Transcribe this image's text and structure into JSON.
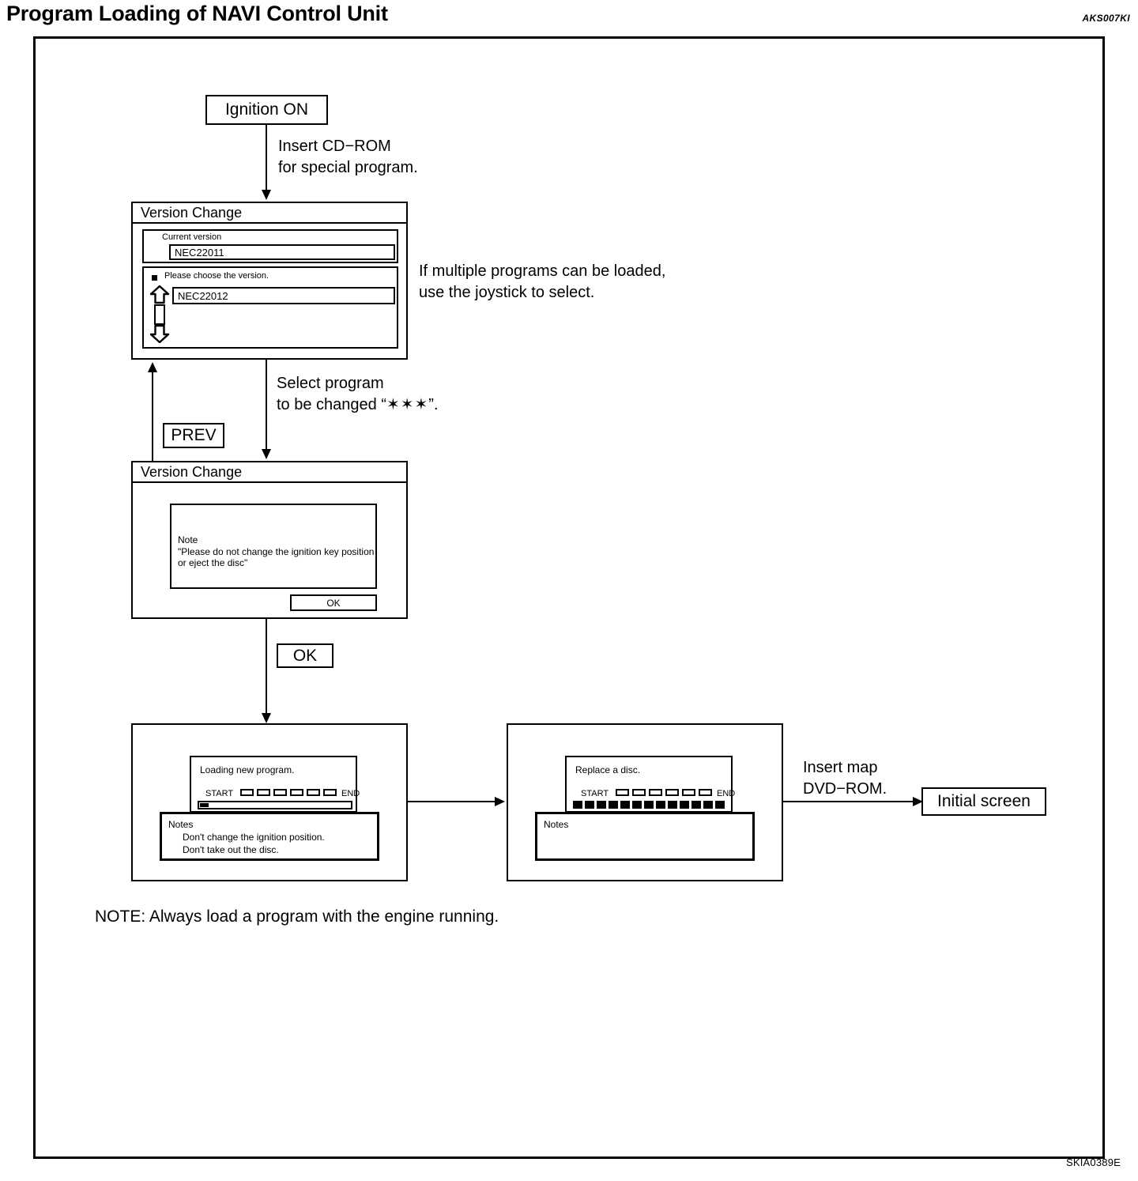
{
  "header": {
    "title": "Program Loading of NAVI Control Unit",
    "doc_code": "AKS007KI"
  },
  "footer": {
    "figure_code": "SKIA0389E"
  },
  "flow": {
    "ignition_box": "Ignition ON",
    "initial_screen_box": "Initial screen",
    "prev_button": "PREV",
    "ok_button": "OK"
  },
  "annotations": {
    "insert_cdrom_line1": "Insert CD−ROM",
    "insert_cdrom_line2": "for special program.",
    "multiple_programs_line1": "If multiple programs can be loaded,",
    "multiple_programs_line2": "use the joystick to select.",
    "select_program_line1": "Select program",
    "select_program_line2_pre": "to be changed “",
    "select_program_stars": "✶✶✶",
    "select_program_line2_post": "”.",
    "insert_map_line1": "Insert map",
    "insert_map_line2": "DVD−ROM.",
    "bottom_note": "NOTE: Always load a program with the engine running."
  },
  "version_dialog_1": {
    "title": "Version Change",
    "current_version_label": "Current version",
    "current_version_value": "NEC22011",
    "choose_label": "Please choose the version.",
    "choice_value": "NEC22012"
  },
  "version_dialog_2": {
    "title": "Version Change",
    "note_label": "Note",
    "note_line1": "\"Please do not change the ignition key position",
    "note_line2": "or eject the disc\"",
    "ok_label": "OK"
  },
  "loading_screen": {
    "message": "Loading new program.",
    "start_label": "START",
    "end_label": "END",
    "segments_total": 6,
    "segments_filled": 0,
    "progress_percent": 4,
    "notes_title": "Notes",
    "notes_line1": "Don't change the ignition position.",
    "notes_line2": "Don't take out the disc."
  },
  "replace_screen": {
    "message": "Replace a disc.",
    "start_label": "START",
    "end_label": "END",
    "segments_total": 6,
    "segments_filled": 0,
    "progress_percent": 100,
    "progress_cells": 14,
    "notes_title": "Notes"
  }
}
